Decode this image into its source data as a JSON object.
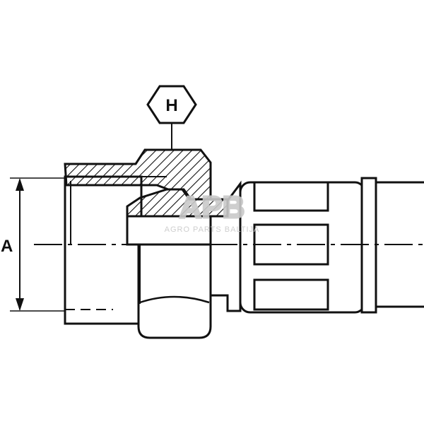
{
  "labels": {
    "hex_label": "H",
    "dimension_label": "A"
  },
  "watermark": {
    "logo_text": "APB",
    "text": "AGRO PARTS BALTIJA"
  },
  "colors": {
    "stroke": "#111111",
    "background": "#ffffff",
    "watermark": "#c9c9c9"
  }
}
